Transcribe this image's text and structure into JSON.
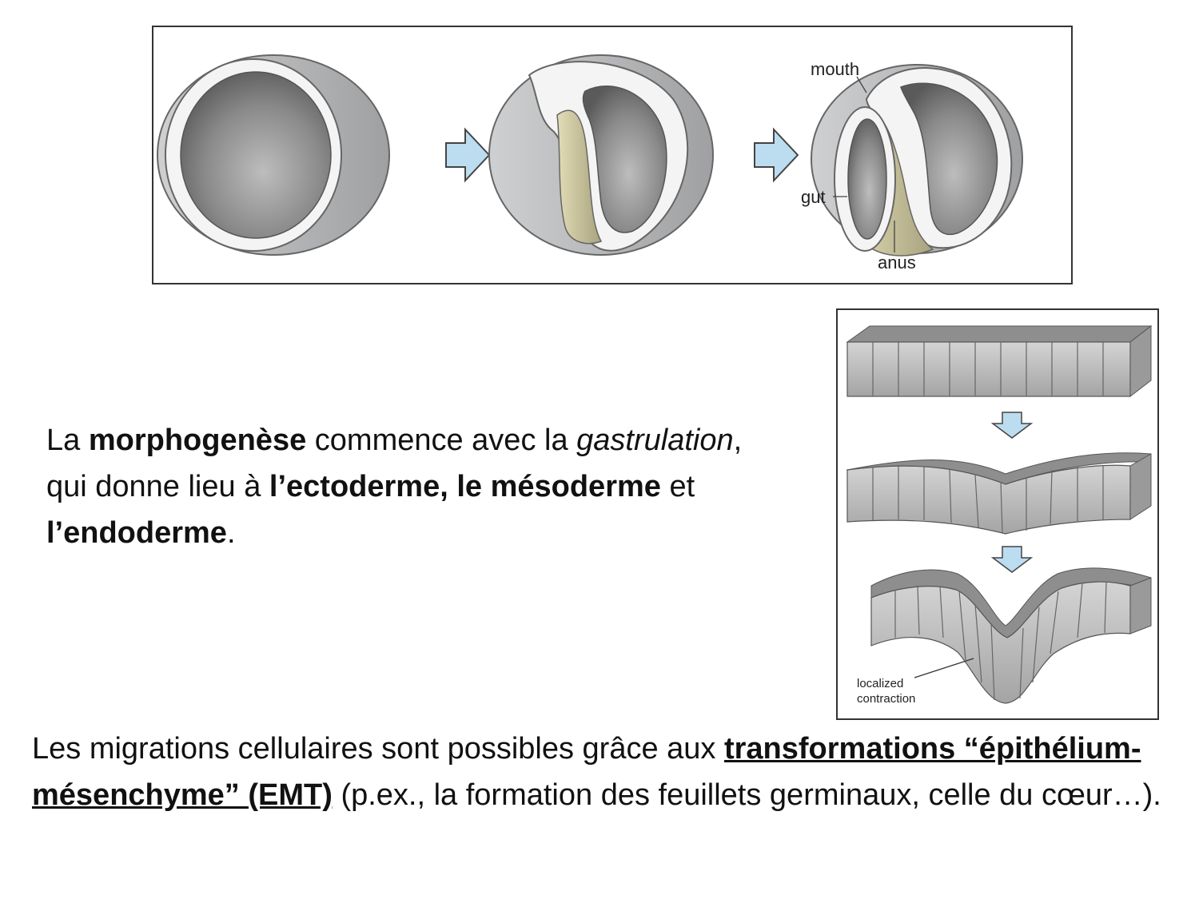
{
  "figure_top": {
    "labels": {
      "mouth": "mouth",
      "gut": "gut",
      "anus": "anus"
    }
  },
  "figure_right": {
    "label_line1": "localized",
    "label_line2": "contraction"
  },
  "text1": {
    "p1": "La ",
    "b1": "morphogenèse",
    "p2": " commence avec la ",
    "i1": "gastrulation",
    "p3": ", qui donne lieu à ",
    "b2": "l’ectoderme, le mésoderme",
    "p4": " et ",
    "b3": "l’endoderme",
    "p5": "."
  },
  "text2": {
    "p1": "Les migrations cellulaires sont possibles grâce aux ",
    "bu1": "transformations “épithélium-mésenchyme” (EMT)",
    "p2": " (p.ex., la formation des feuillets germinaux, celle du cœur…)."
  },
  "colors": {
    "shell": "#d0d1d2",
    "gut": "#d8d3a8",
    "arrow": "#bcdcf0",
    "cell": "#b8b8b8"
  }
}
